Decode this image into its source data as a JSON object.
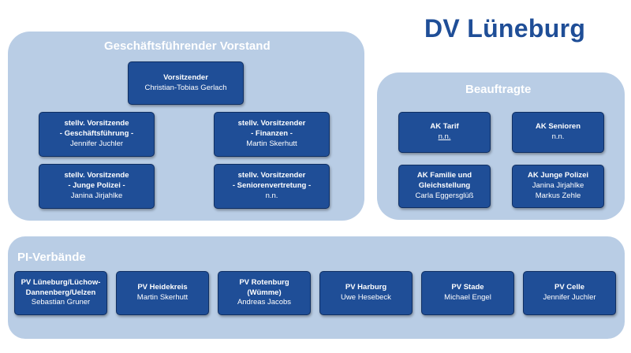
{
  "title": "DV Lüneburg",
  "vorstand": {
    "title": "Geschäftsführender Vorstand",
    "chair": {
      "lines": [
        "Vorsitzender"
      ],
      "name": "Christian-Tobias Gerlach"
    },
    "members": [
      {
        "lines": [
          "stellv. Vorsitzende",
          "- Geschäftsführung -"
        ],
        "name": "Jennifer Juchler"
      },
      {
        "lines": [
          "stellv. Vorsitzender",
          "- Finanzen -"
        ],
        "name": "Martin Skerhutt"
      },
      {
        "lines": [
          "stellv. Vorsitzende",
          "- Junge Polizei -"
        ],
        "name": "Janina Jirjahlke"
      },
      {
        "lines": [
          "stellv. Vorsitzender",
          "- Seniorenvertretung -"
        ],
        "name": "n.n."
      }
    ]
  },
  "beauftragte": {
    "title": "Beauftragte",
    "items": [
      {
        "lines": [
          "AK Tarif"
        ],
        "names": [
          "n.n."
        ]
      },
      {
        "lines": [
          "AK Senioren"
        ],
        "names": [
          "n.n."
        ]
      },
      {
        "lines": [
          "AK Familie und",
          "Gleichstellung"
        ],
        "names": [
          "Carla Eggersglüß"
        ]
      },
      {
        "lines": [
          "AK Junge Polizei"
        ],
        "names": [
          "Janina Jirjahlke",
          "Markus Zehle"
        ]
      }
    ]
  },
  "pi": {
    "title": "PI-Verbände",
    "items": [
      {
        "lines": [
          "PV Lüneburg/Lüchow-",
          "Dannenberg/Uelzen"
        ],
        "name": "Sebastian Gruner"
      },
      {
        "lines": [
          "PV Heidekreis"
        ],
        "name": "Martin Skerhutt"
      },
      {
        "lines": [
          "PV Rotenburg (Wümme)"
        ],
        "name": "Andreas Jacobs"
      },
      {
        "lines": [
          "PV Harburg"
        ],
        "name": "Uwe Hesebeck"
      },
      {
        "lines": [
          "PV Stade"
        ],
        "name": "Michael Engel"
      },
      {
        "lines": [
          "PV Celle"
        ],
        "name": "Jennifer Juchler"
      }
    ]
  }
}
